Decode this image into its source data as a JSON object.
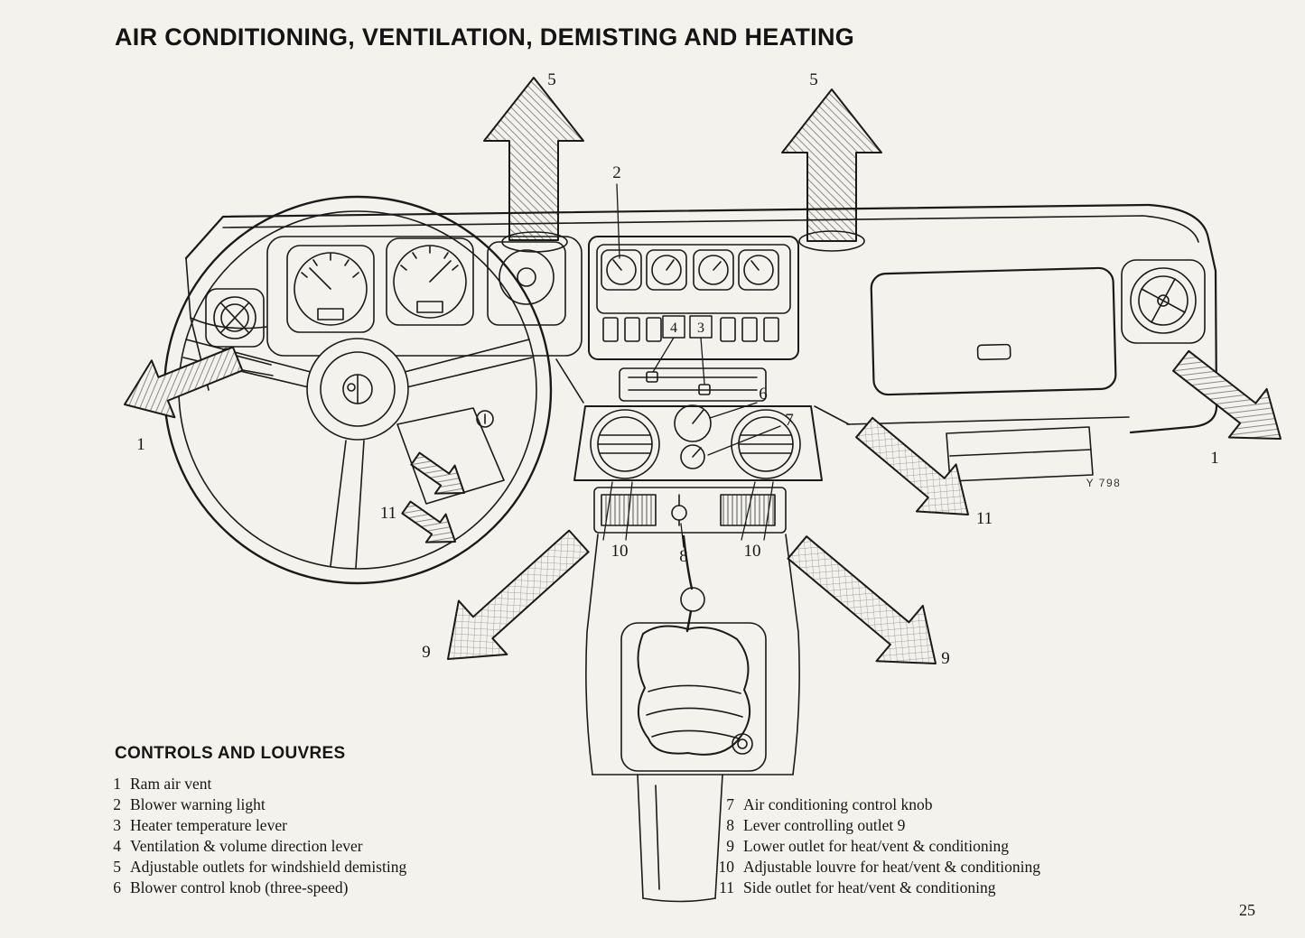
{
  "page": {
    "title": "AIR CONDITIONING, VENTILATION, DEMISTING AND HEATING",
    "page_number": "25"
  },
  "diagram": {
    "figure_code": "Y 798",
    "callouts": {
      "c1_left": "1",
      "c1_right": "1",
      "c2": "2",
      "c3": "3",
      "c4": "4",
      "c5_left": "5",
      "c5_right": "5",
      "c6": "6",
      "c7": "7",
      "c8": "8",
      "c9_left": "9",
      "c9_right": "9",
      "c10_left": "10",
      "c10_right": "10",
      "c11_left": "11",
      "c11_right": "11"
    }
  },
  "legend": {
    "heading": "CONTROLS AND LOUVRES",
    "items_left": [
      {
        "num": "1",
        "label": "Ram air vent"
      },
      {
        "num": "2",
        "label": "Blower warning light"
      },
      {
        "num": "3",
        "label": "Heater temperature lever"
      },
      {
        "num": "4",
        "label": "Ventilation & volume direction lever"
      },
      {
        "num": "5",
        "label": "Adjustable outlets for windshield demisting"
      },
      {
        "num": "6",
        "label": "Blower control knob (three-speed)"
      }
    ],
    "items_right": [
      {
        "num": "7",
        "label": "Air conditioning control knob"
      },
      {
        "num": "8",
        "label": "Lever controlling outlet 9"
      },
      {
        "num": "9",
        "label": "Lower outlet for heat/vent & conditioning"
      },
      {
        "num": "10",
        "label": "Adjustable louvre for heat/vent & conditioning"
      },
      {
        "num": "11",
        "label": "Side outlet for heat/vent & conditioning"
      }
    ]
  }
}
